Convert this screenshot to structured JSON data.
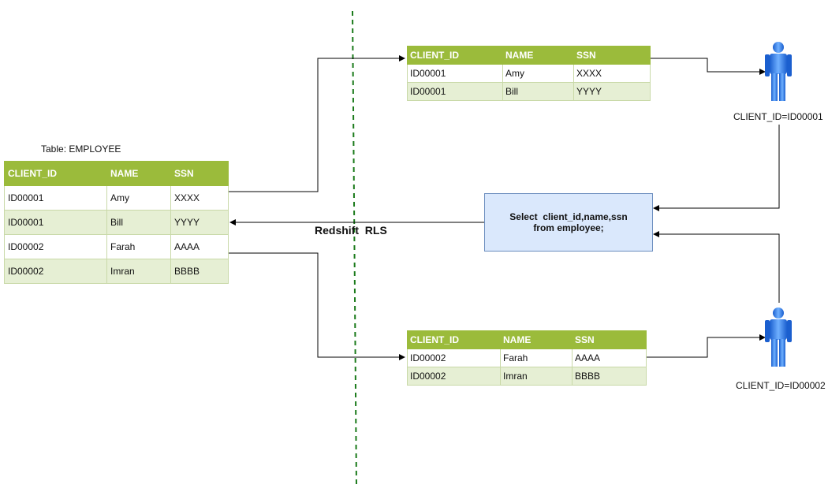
{
  "main_table": {
    "caption": "Table: EMPLOYEE",
    "headers": [
      "CLIENT_ID",
      "NAME",
      "SSN"
    ],
    "rows": [
      [
        "ID00001",
        "Amy",
        "XXXX"
      ],
      [
        "ID00001",
        "Bill",
        "YYYY"
      ],
      [
        "ID00002",
        "Farah",
        "AAAA"
      ],
      [
        "ID00002",
        "Imran",
        "BBBB"
      ]
    ]
  },
  "top_table": {
    "headers": [
      "CLIENT_ID",
      "NAME",
      "SSN"
    ],
    "rows": [
      [
        "ID00001",
        "Amy",
        "XXXX"
      ],
      [
        "ID00001",
        "Bill",
        "YYYY"
      ]
    ]
  },
  "bottom_table": {
    "headers": [
      "CLIENT_ID",
      "NAME",
      "SSN"
    ],
    "rows": [
      [
        "ID00002",
        "Farah",
        "AAAA"
      ],
      [
        "ID00002",
        "Imran",
        "BBBB"
      ]
    ]
  },
  "query": {
    "line1": "Select  client_id,name,ssn",
    "line2": "from employee;"
  },
  "rls_label": "Redshift  RLS",
  "users": {
    "top": {
      "label": "CLIENT_ID=ID00001",
      "icon": "user-icon"
    },
    "bottom": {
      "label": "CLIENT_ID=ID00002",
      "icon": "user-icon"
    }
  },
  "colors": {
    "header_green": "#9bbb3b",
    "row_alt": "#e6efd4",
    "query_fill": "#dae8fc",
    "query_border": "#6c8ebf",
    "boundary_line": "#1a7a1a",
    "user_blue": "#2f7fe8"
  }
}
